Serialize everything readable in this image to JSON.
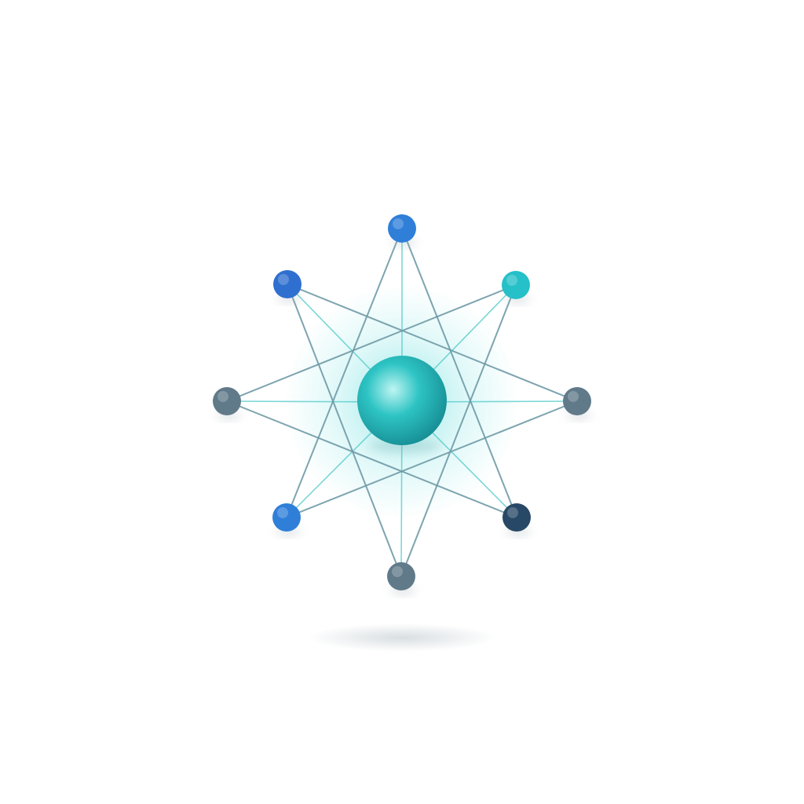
{
  "illustration": {
    "subject": "network-star-logo",
    "background_color": "#ffffff",
    "hub": {
      "icon": "hub-sphere-icon",
      "color": "#2ec4c4",
      "glow_color": "#4fd8d8"
    },
    "spoke_line_color": "#6f9aa6",
    "inner_line_color": "#4fc9c9",
    "outer_nodes": [
      {
        "name": "node-top",
        "color": "#2f7fd9"
      },
      {
        "name": "node-top-right",
        "color": "#25c0c8"
      },
      {
        "name": "node-right",
        "color": "#607a8a"
      },
      {
        "name": "node-bottom-right",
        "color": "#274866"
      },
      {
        "name": "node-bottom",
        "color": "#607a8a"
      },
      {
        "name": "node-bottom-left",
        "color": "#2f7fd9"
      },
      {
        "name": "node-left",
        "color": "#607a8a"
      },
      {
        "name": "node-top-left",
        "color": "#2f6fd0"
      }
    ]
  }
}
